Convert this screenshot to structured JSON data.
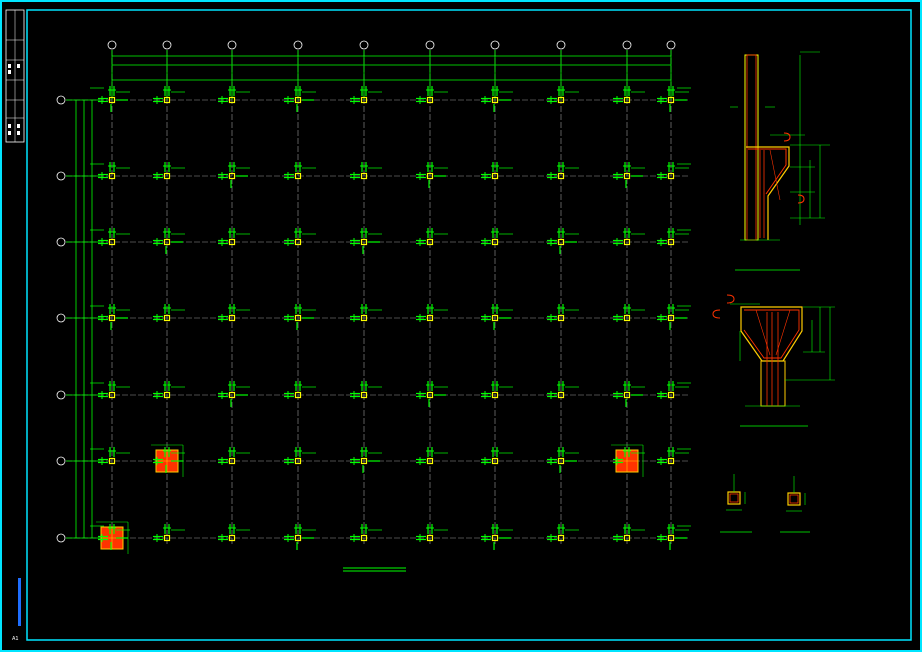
{
  "drawing": {
    "sheet_index_label": "A1",
    "frame_color": "#00e5ff",
    "grid_line_color": "#00ff00",
    "axis_line_color": "#9a9a9a",
    "column_color": "#ffff00",
    "section_fill_color": "#ff3300",
    "section_outline_color": "#ffcc00"
  },
  "plan": {
    "columns": 10,
    "rows": 7
  }
}
